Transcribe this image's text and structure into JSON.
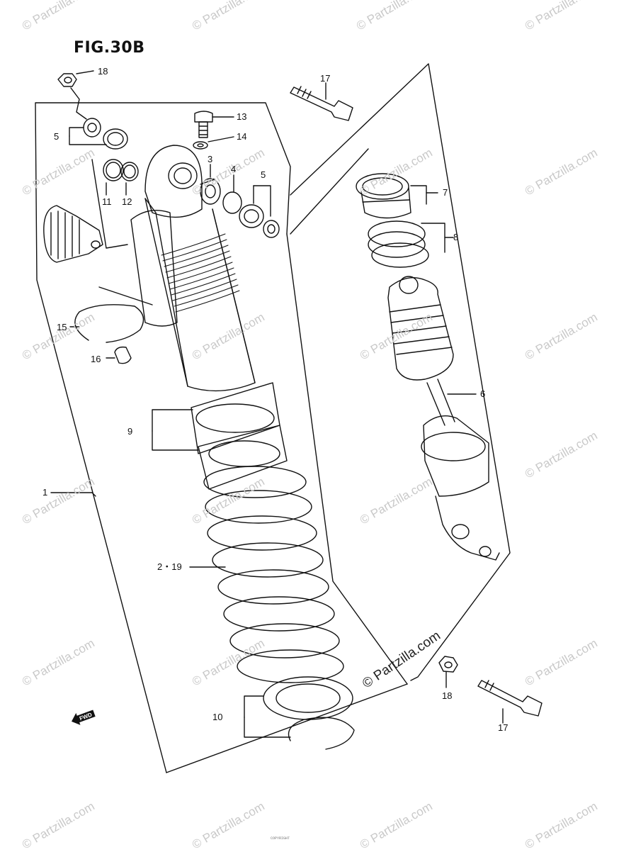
{
  "figure": {
    "title": "FIG.30B"
  },
  "watermark": {
    "text": "© Partzilla.com",
    "main": "© Partzilla.com"
  },
  "direction": {
    "label": "FWD"
  },
  "copyright": {
    "text": "COPYRIGHT"
  },
  "callouts": [
    {
      "id": "c18a",
      "label": "18"
    },
    {
      "id": "c17a",
      "label": "17"
    },
    {
      "id": "c13",
      "label": "13"
    },
    {
      "id": "c14",
      "label": "14"
    },
    {
      "id": "c5a",
      "label": "5"
    },
    {
      "id": "c3",
      "label": "3"
    },
    {
      "id": "c4",
      "label": "4"
    },
    {
      "id": "c5b",
      "label": "5"
    },
    {
      "id": "c7",
      "label": "7"
    },
    {
      "id": "c8",
      "label": "8"
    },
    {
      "id": "c11",
      "label": "11"
    },
    {
      "id": "c12",
      "label": "12"
    },
    {
      "id": "c15",
      "label": "15"
    },
    {
      "id": "c16",
      "label": "16"
    },
    {
      "id": "c6",
      "label": "6"
    },
    {
      "id": "c9",
      "label": "9"
    },
    {
      "id": "c1",
      "label": "1"
    },
    {
      "id": "c2_19",
      "label": "2・19"
    },
    {
      "id": "c18b",
      "label": "18"
    },
    {
      "id": "c10",
      "label": "10"
    },
    {
      "id": "c17b",
      "label": "17"
    }
  ]
}
